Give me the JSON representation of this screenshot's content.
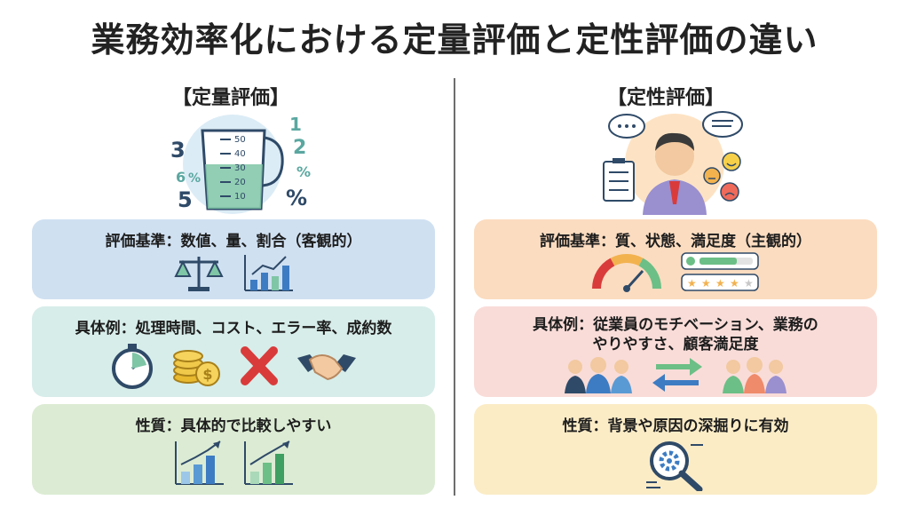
{
  "title": "業務効率化における定量評価と定性評価の違い",
  "quantitative": {
    "heading": "【定量評価】",
    "cup_marks": [
      "50",
      "40",
      "30",
      "20",
      "10"
    ],
    "floating_numbers": [
      "3",
      "6",
      "%",
      "5",
      "1",
      "2",
      "%",
      "%"
    ],
    "criteria_label": "評価基準：数値、量、割合（客観的）",
    "examples_label": "具体例：処理時間、コスト、エラー率、成約数",
    "nature_label": "性質：具体的で比較しやすい",
    "colors": {
      "criteria": "#cfe0f1",
      "examples": "#d7ede9",
      "nature": "#dcecd4"
    }
  },
  "qualitative": {
    "heading": "【定性評価】",
    "criteria_label": "評価基準：質、状態、満足度（主観的）",
    "examples_line1": "具体例：従業員のモチベーション、業務の",
    "examples_line2": "やりやすさ、顧客満足度",
    "nature_label": "性質：背景や原因の深掘りに有効",
    "colors": {
      "criteria": "#fbdcc0",
      "examples": "#f9dcd8",
      "nature": "#fbecc6"
    }
  }
}
